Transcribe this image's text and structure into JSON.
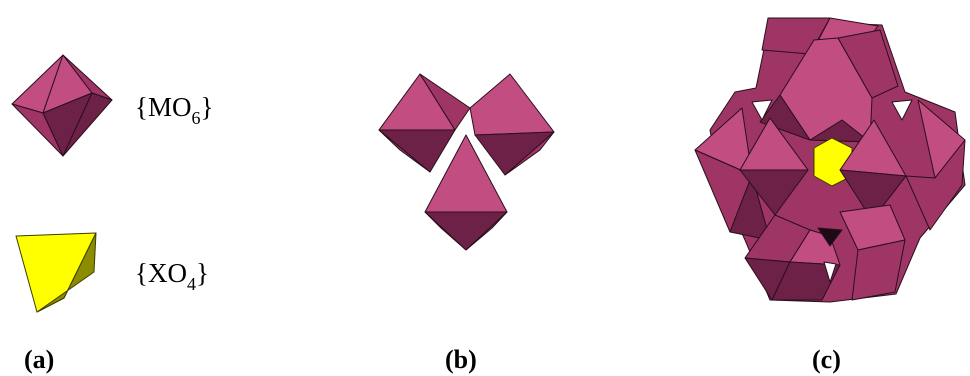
{
  "legend": {
    "octahedron_formula": {
      "open": "{MO",
      "subscript": "6",
      "close": "}"
    },
    "tetrahedron_formula": {
      "open": "{XO",
      "subscript": "4",
      "close": "}"
    }
  },
  "panels": [
    {
      "id": "a",
      "label": "(a)"
    },
    {
      "id": "b",
      "label": "(b)"
    },
    {
      "id": "c",
      "label": "(c)"
    }
  ],
  "colors": {
    "octahedron_light": "#c24d80",
    "octahedron_mid": "#9e3565",
    "octahedron_dark": "#6e2146",
    "tetrahedron_light": "#ffff00",
    "tetrahedron_dark": "#8c8c00",
    "edge": "#2a0f1e"
  }
}
